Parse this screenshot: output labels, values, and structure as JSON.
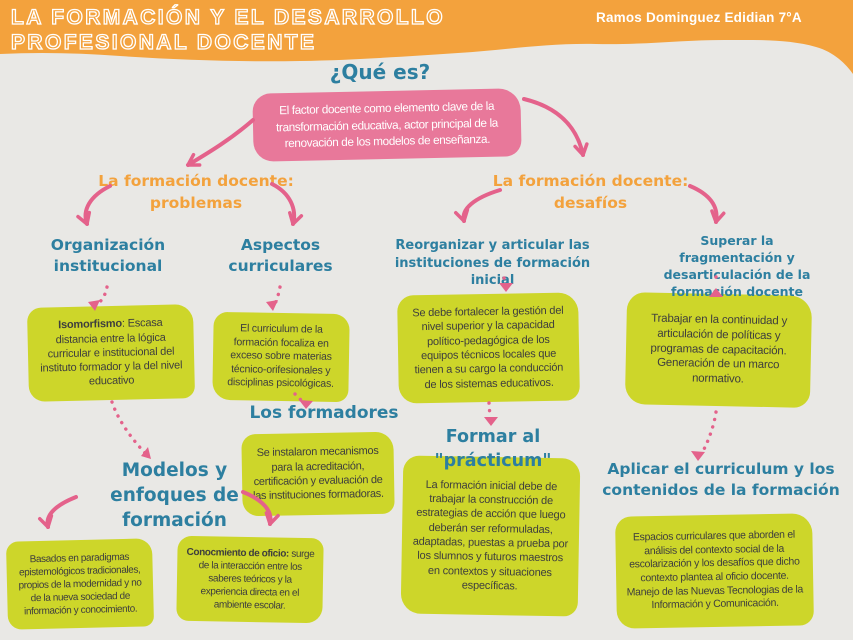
{
  "header": {
    "title_line1": "LA FORMACIÓN Y EL DESARROLLO",
    "title_line2": "PROFESIONAL DOCENTE",
    "author": "Ramos Dominguez Edidian 7°A"
  },
  "colors": {
    "bg": "#e9e8e5",
    "orange": "#f3a23d",
    "pink_box": "#e8789a",
    "pink_arrow": "#e4628b",
    "blue": "#2d7fa0",
    "yellow": "#cdd62a",
    "text": "#3e3e3e"
  },
  "root": {
    "question": "¿Qué es?",
    "definition": "El factor docente como elemento clave de la transformación educativa, actor principal de la renovación de los modelos de enseñanza."
  },
  "problemas": {
    "title": "La formación docente: problemas",
    "organizacion": {
      "title": "Organización institucional",
      "note_lead": "Isomorfismo",
      "note_rest": ": Escasa distancia entre la lógica curricular e institucional del instituto formador y la del nivel educativo"
    },
    "aspectos": {
      "title": "Aspectos curriculares",
      "note": "El curriculum de la formación focaliza en exceso sobre materias técnico-orifesionales y disciplinas psicológicas."
    },
    "formadores": {
      "title": "Los formadores",
      "note": "Se instalaron mecanismos para la acreditación, certificación y evaluación de las instituciones formadoras."
    },
    "modelos": {
      "title": "Modelos y enfoques de formación",
      "note1": "Basados en paradigmas epistemológicos tradicionales, propios de la modernidad y no de la nueva sociedad de información y conocimiento.",
      "note2_lead": "Conocmiento de oficio:",
      "note2_rest": " surge de la interacción entre los saberes teóricos y la experiencia directa en el ambiente escolar."
    }
  },
  "desafios": {
    "title": "La formación docente: desafíos",
    "reorganizar": {
      "title": "Reorganizar y articular las instituciones de formación inicial",
      "note": "Se debe fortalecer la gestión del nivel superior y la capacidad político-pedagógica de los equipos técnicos locales que tienen a su cargo la conducción de los sistemas educativos."
    },
    "practicum": {
      "title": "Formar al \"prácticum\"",
      "note": "La formación inicial debe de trabajar la construcción de estrategias de acción que luego deberán ser reformuladas, adaptadas, puestas a prueba por los slumnos y futuros maestros en contextos y situaciones específicas."
    },
    "superar": {
      "title": "Superar la fragmentación y desarticulación de la formación docente",
      "note": "Trabajar en la continuidad y articulación de políticas y programas de capacitación. Generación de un marco normativo."
    },
    "aplicar": {
      "title": "Aplicar el curriculum y los contenidos de la formación",
      "note_p1": "Espacios curriculares que aborden el análisis del contexto social de la escolarización y los desafíos que dicho contexto plantea al oficio docente.",
      "note_p2": "Manejo de las Nuevas Tecnologias de la Información y Comunicación."
    }
  }
}
